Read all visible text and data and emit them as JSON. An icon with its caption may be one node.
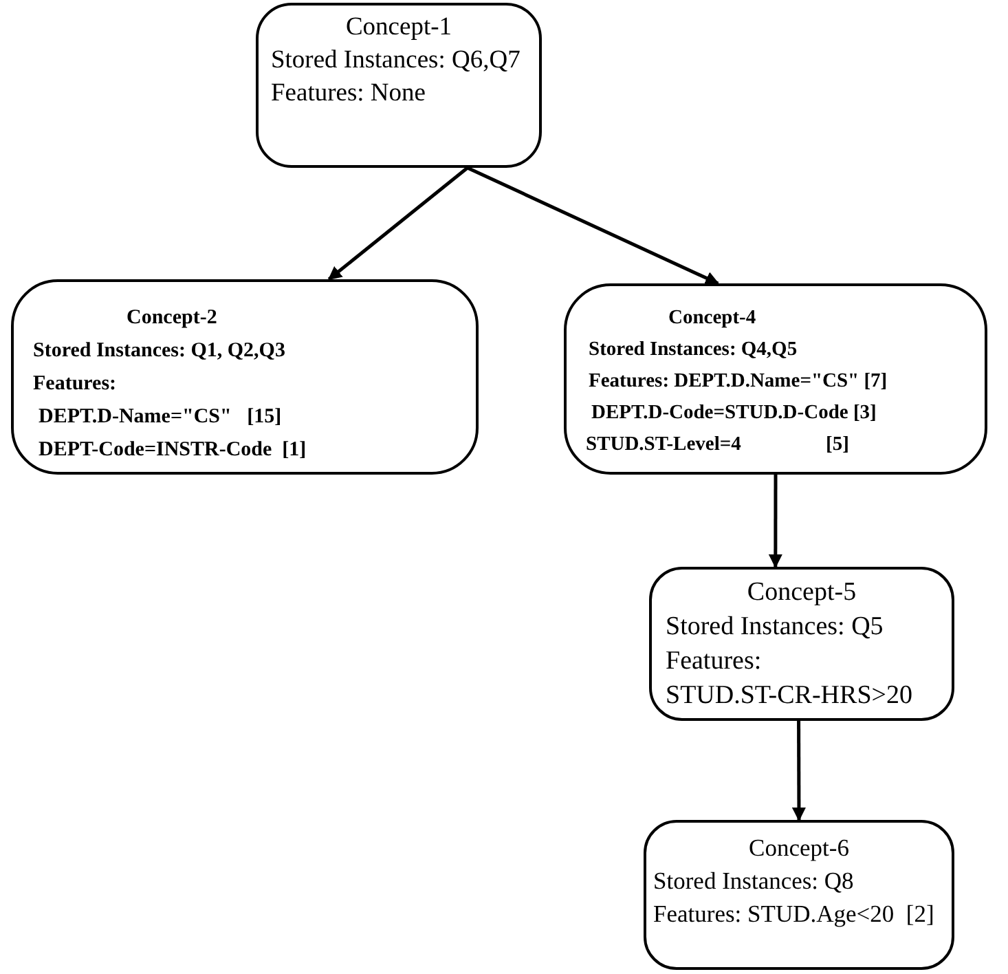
{
  "diagram": {
    "nodes": [
      {
        "text": [
          "Concept-1",
          "Stored Instances: Q6,Q7",
          "Features: None"
        ]
      },
      {
        "text": [
          "Concept-2",
          "Stored Instances: Q1, Q2,Q3",
          "Features:",
          "DEPT.D-Name=\"CS\"   [15]",
          "DEPT-Code=INSTR-Code  [1]"
        ]
      },
      {
        "text": [
          "Concept-4",
          "Stored Instances: Q4,Q5",
          "Features: DEPT.D.Name=\"CS\" [7]",
          "DEPT.D-Code=STUD.D-Code [3]",
          "STUD.ST-Level=4                 [5]"
        ]
      },
      {
        "text": [
          "Concept-5",
          "Stored Instances: Q5",
          "Features:",
          "STUD.ST-CR-HRS>20"
        ]
      },
      {
        "text": [
          "Concept-6",
          "Stored Instances: Q8",
          "Features: STUD.Age<20  [2]"
        ]
      }
    ],
    "edges": [
      {
        "from": 0,
        "to": 1,
        "arrow": "to"
      },
      {
        "from": 0,
        "to": 2,
        "arrow": "to"
      },
      {
        "from": 2,
        "to": 3,
        "arrow": "to"
      },
      {
        "from": 3,
        "to": 4,
        "arrow": "to"
      }
    ]
  }
}
